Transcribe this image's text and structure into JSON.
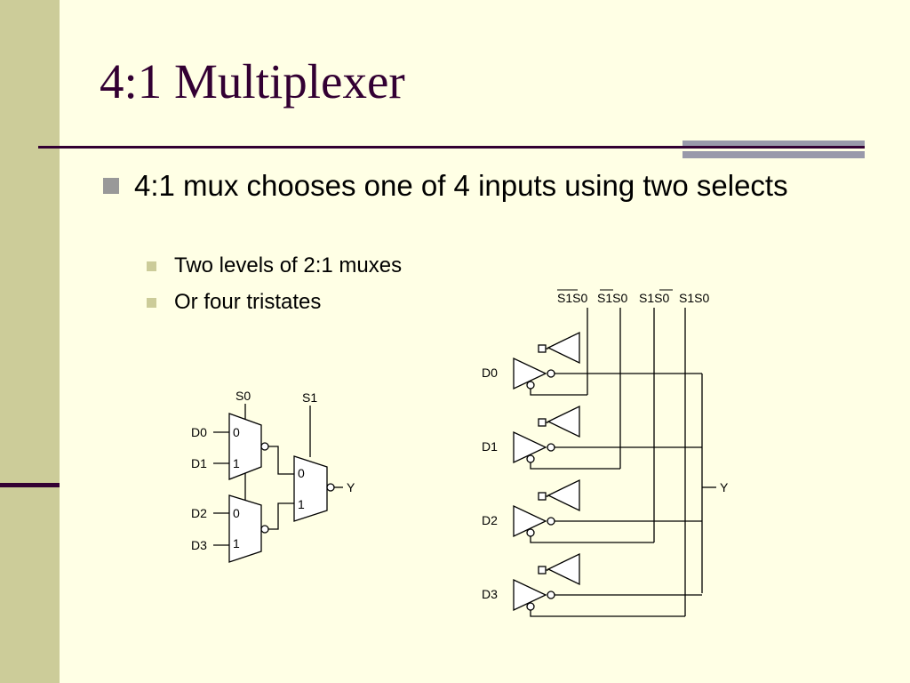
{
  "slide": {
    "title": "4:1 Multiplexer",
    "bullets": [
      {
        "text": "4:1 mux chooses one of 4 inputs using two selects",
        "sub": [
          {
            "text": "Two levels of 2:1 muxes"
          },
          {
            "text": "Or four tristates"
          }
        ]
      }
    ]
  },
  "mux_diagram": {
    "select_labels": [
      "S0",
      "S1"
    ],
    "inputs": [
      "D0",
      "D1",
      "D2",
      "D3"
    ],
    "port_labels": [
      "0",
      "1"
    ],
    "output": "Y"
  },
  "tristate_diagram": {
    "select_header": [
      "S1S0",
      "S1S0",
      "S1S0",
      "S1S0"
    ],
    "inputs": [
      "D0",
      "D1",
      "D2",
      "D3"
    ],
    "output": "Y"
  },
  "colors": {
    "background": "#FFFFE5",
    "sidebar": "#CCCC99",
    "title": "#330033",
    "accent_bar": "#9999AA"
  }
}
